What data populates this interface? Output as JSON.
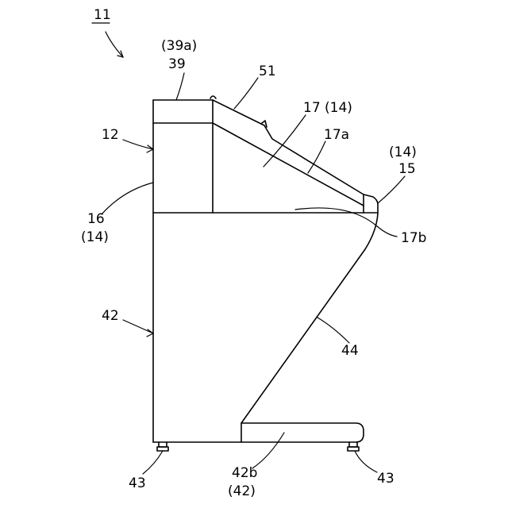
{
  "figure": {
    "reference": "11",
    "labels": {
      "l39a": "(39a)",
      "l39": "39",
      "l51": "51",
      "l17_14": "17 (14)",
      "l17a": "17a",
      "l14b": "(14)",
      "l15": "15",
      "l12": "12",
      "l16": "16",
      "l14a": "(14)",
      "l17b": "17b",
      "l42": "42",
      "l44": "44",
      "l43a": "43",
      "l42b": "42b",
      "l42c": "(42)",
      "l43b": "43"
    }
  }
}
